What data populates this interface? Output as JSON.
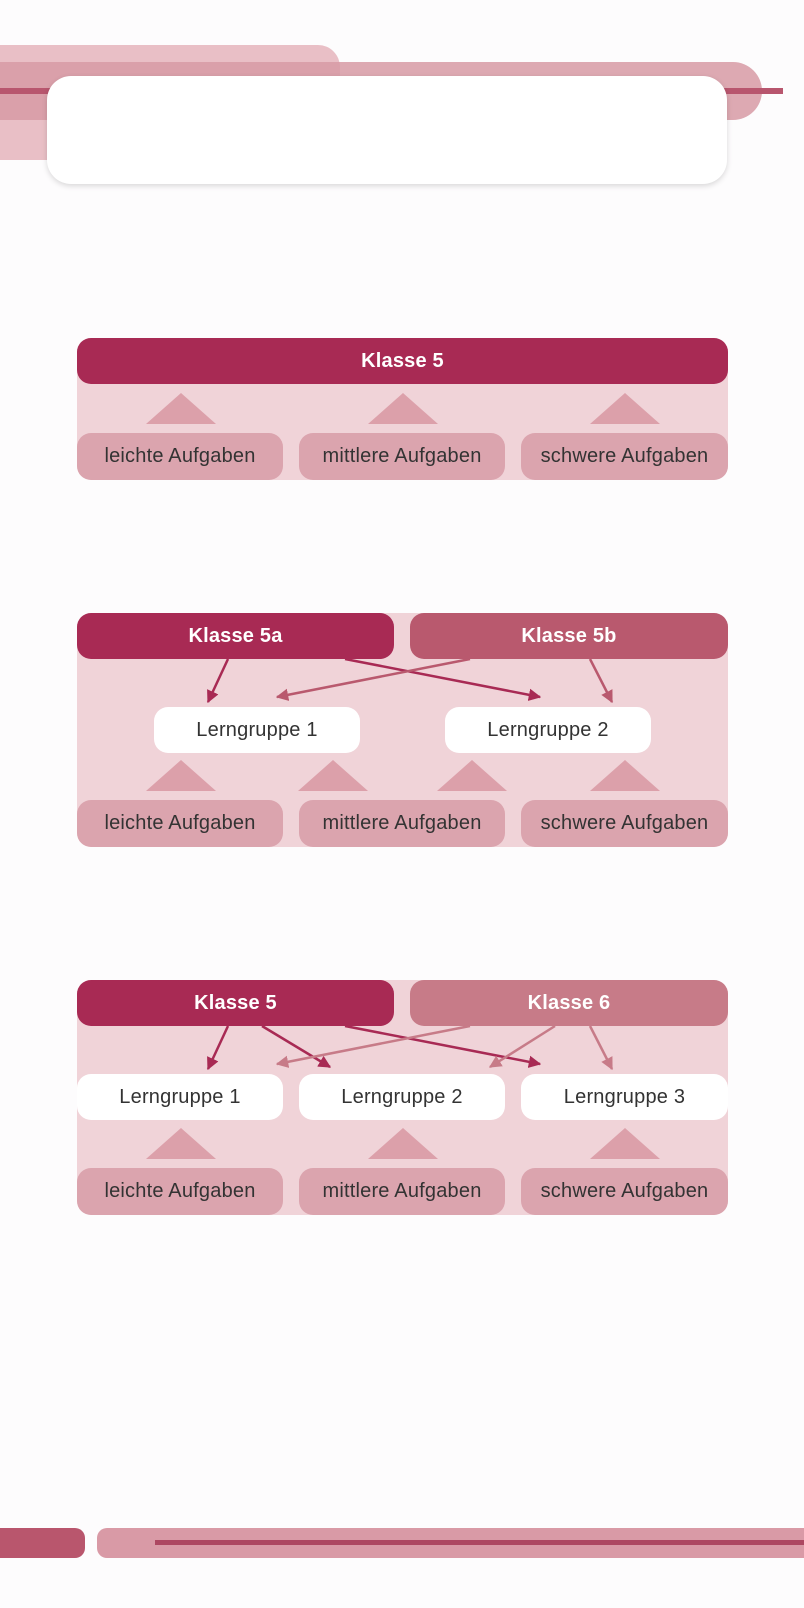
{
  "diagram1": {
    "class": "Klasse 5",
    "tasks": [
      "leichte Aufgaben",
      "mittlere Aufgaben",
      "schwere Aufgaben"
    ]
  },
  "diagram2": {
    "class_a": "Klasse 5a",
    "class_b": "Klasse 5b",
    "groups": [
      "Lerngruppe 1",
      "Lerngruppe 2"
    ],
    "tasks": [
      "leichte Aufgaben",
      "mittlere Aufgaben",
      "schwere Aufgaben"
    ]
  },
  "diagram3": {
    "class_a": "Klasse 5",
    "class_b": "Klasse 6",
    "groups": [
      "Lerngruppe 1",
      "Lerngruppe 2",
      "Lerngruppe 3"
    ],
    "tasks": [
      "leichte Aufgaben",
      "mittlere Aufgaben",
      "schwere Aufgaben"
    ]
  },
  "colors": {
    "dark": "#a82a54",
    "mid": "#b9596e",
    "light": "#c77b88",
    "panel": "#f0d3d8",
    "task": "#dba4ae"
  }
}
